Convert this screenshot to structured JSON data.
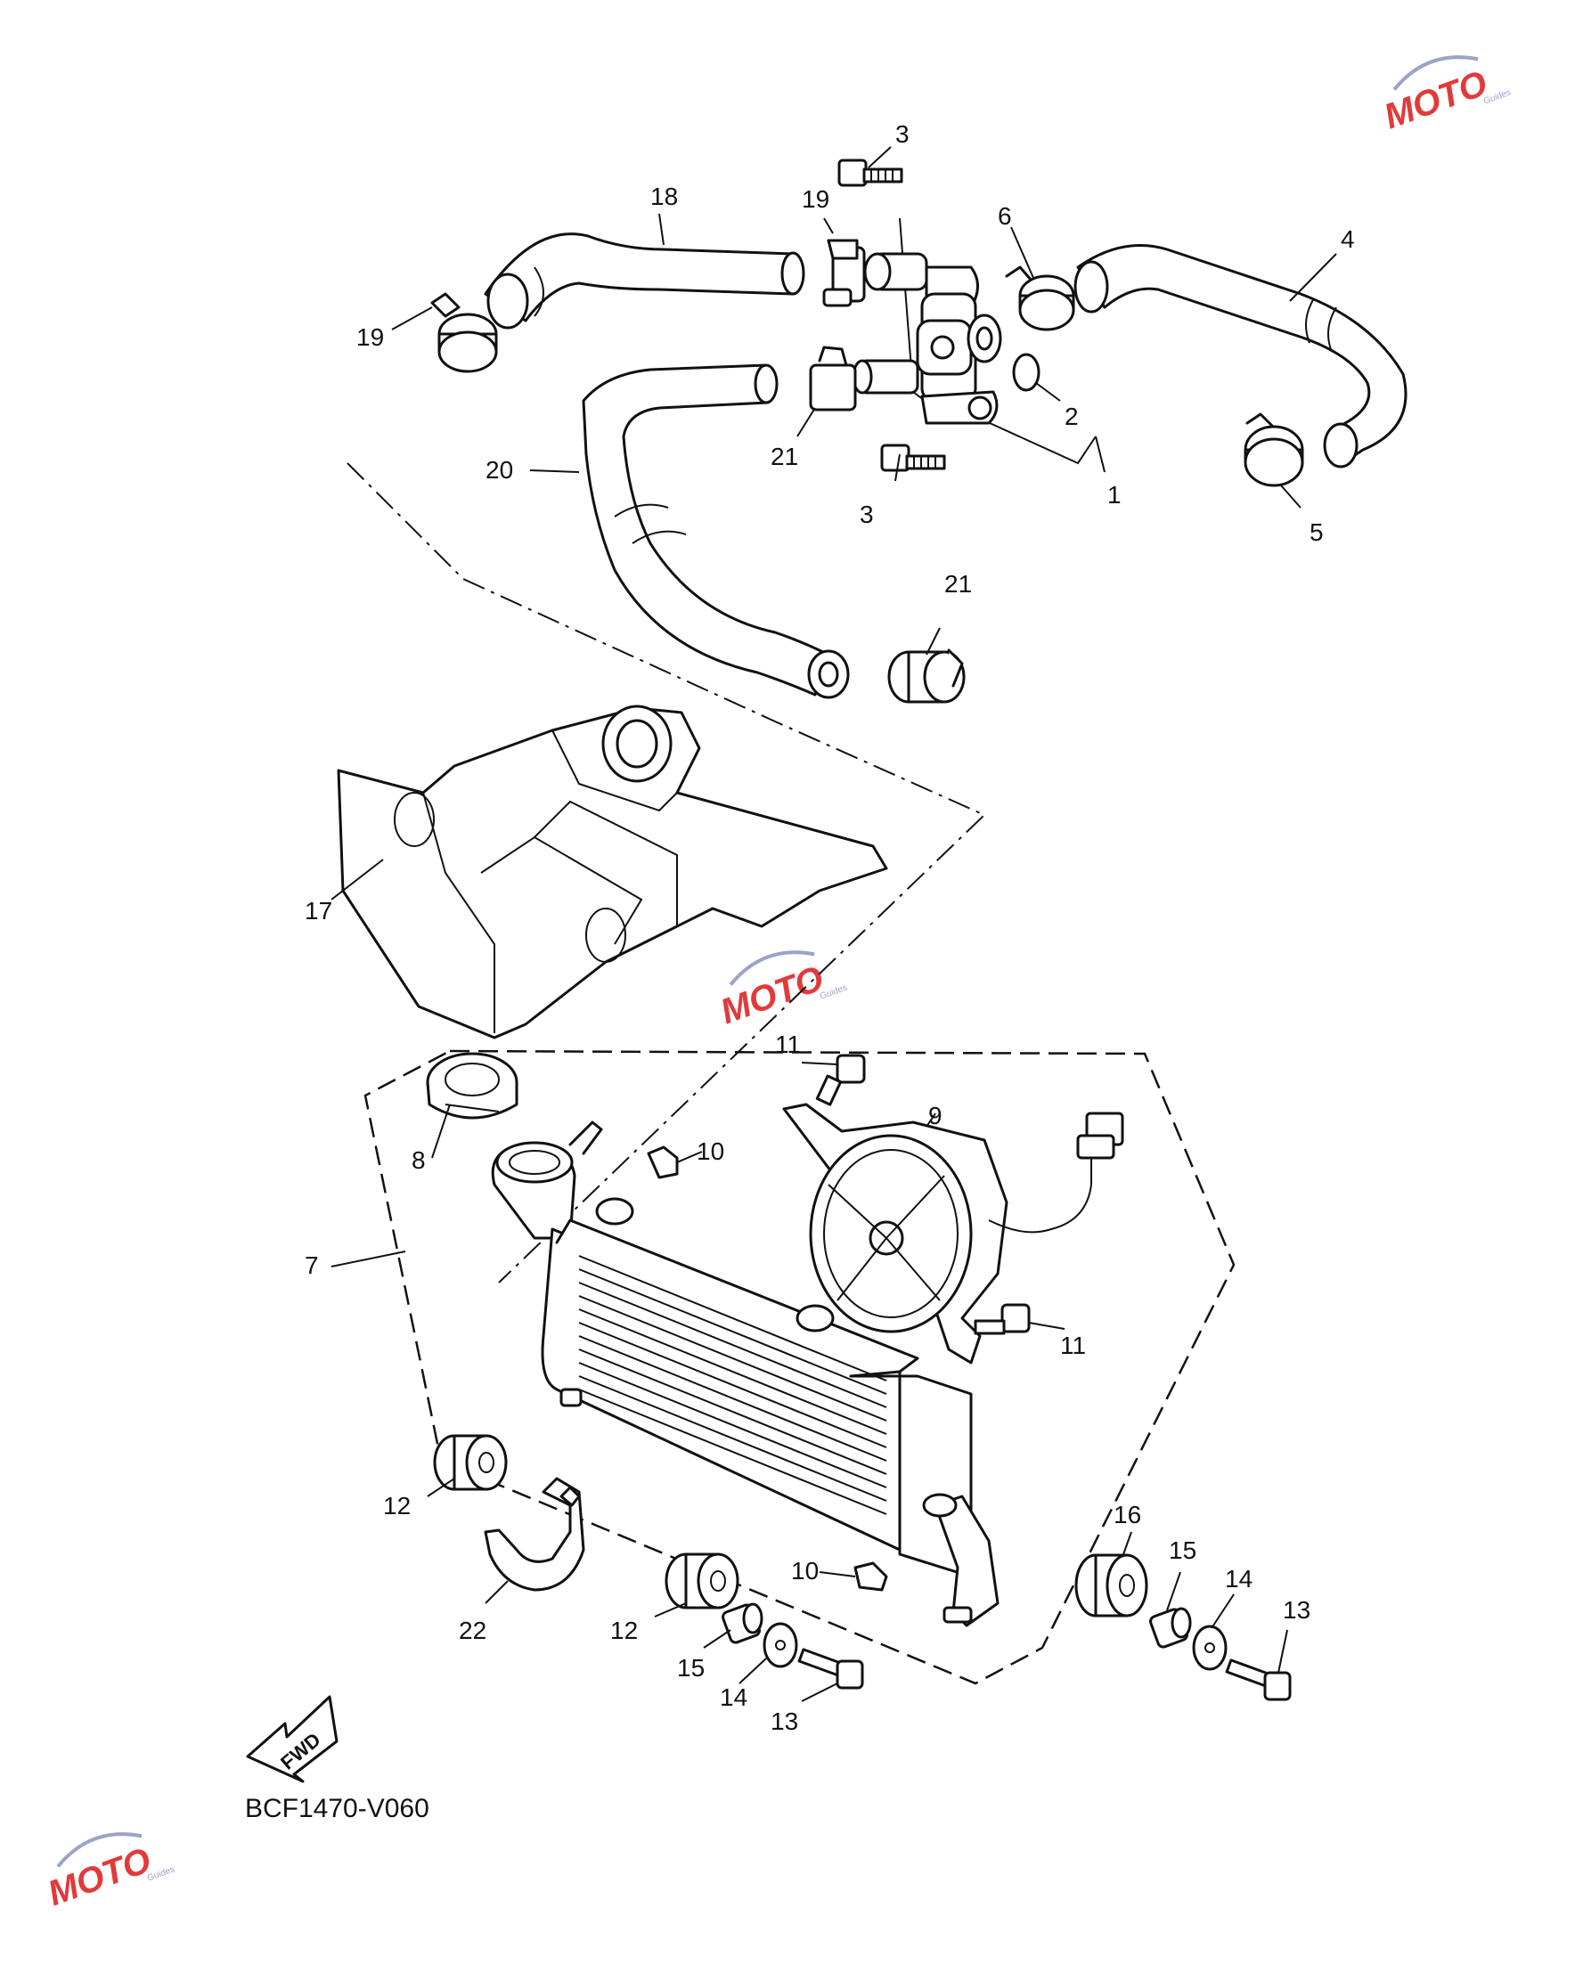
{
  "diagram_code": "BCF1470-V060",
  "fwd_label": "FWD",
  "watermark": {
    "text": "MOTO",
    "sub": "Guides",
    "color": "#e23a3a",
    "accent": "#9aa3c8"
  },
  "callouts": {
    "c1": "1",
    "c2": "2",
    "c3a": "3",
    "c3b": "3",
    "c4": "4",
    "c5": "5",
    "c6": "6",
    "c7": "7",
    "c8": "8",
    "c9": "9",
    "c10a": "10",
    "c10b": "10",
    "c11a": "11",
    "c11b": "11",
    "c12a": "12",
    "c12b": "12",
    "c13a": "13",
    "c13b": "13",
    "c14a": "14",
    "c14b": "14",
    "c15a": "15",
    "c15b": "15",
    "c16": "16",
    "c17": "17",
    "c18": "18",
    "c19a": "19",
    "c19b": "19",
    "c20": "20",
    "c21a": "21",
    "c21b": "21",
    "c22": "22"
  }
}
